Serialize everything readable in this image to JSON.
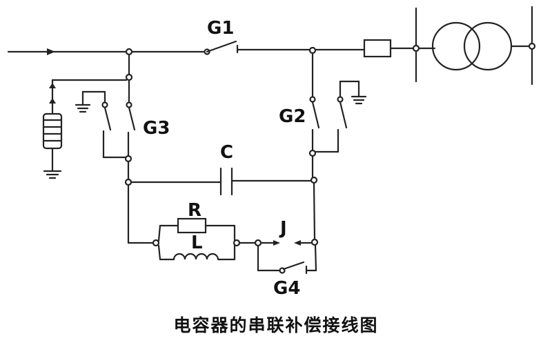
{
  "labels": {
    "g1": "G1",
    "g2": "G2",
    "g3": "G3",
    "g4": "G4",
    "c": "C",
    "r": "R",
    "l": "L",
    "j": "J"
  },
  "caption": "电容器的串联补偿接线图"
}
